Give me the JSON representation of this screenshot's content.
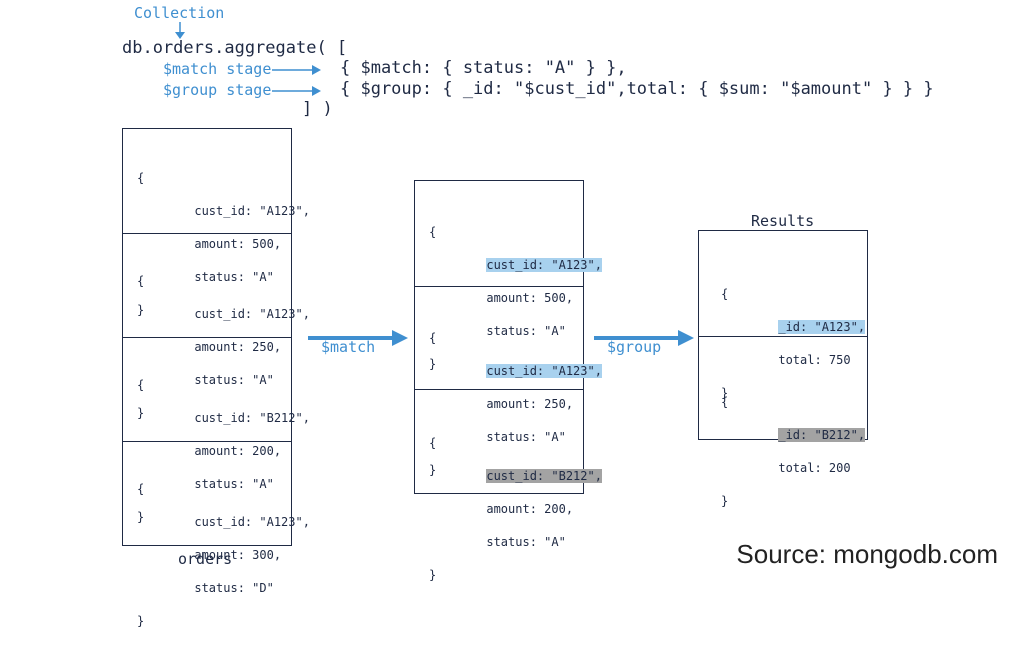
{
  "query": {
    "collection_label": "Collection",
    "line1": "db.orders.aggregate( [",
    "match_label": "$match stage",
    "match_code": "{ $match: { status: \"A\" } },",
    "group_label": "$group stage",
    "group_code": "{ $group: { _id: \"$cust_id\",total: { $sum: \"$amount\" } } }",
    "close": "] )"
  },
  "orders": {
    "caption": "orders",
    "docs": [
      {
        "open": "{",
        "l1": "cust_id: \"A123\",",
        "l2": "amount: 500,",
        "l3": "status: \"A\"",
        "close": "}"
      },
      {
        "open": "{",
        "l1": "cust_id: \"A123\",",
        "l2": "amount: 250,",
        "l3": "status: \"A\"",
        "close": "}"
      },
      {
        "open": "{",
        "l1": "cust_id: \"B212\",",
        "l2": "amount: 200,",
        "l3": "status: \"A\"",
        "close": "}"
      },
      {
        "open": "{",
        "l1": "cust_id: \"A123\",",
        "l2": "amount: 300,",
        "l3": "status: \"D\"",
        "close": "}"
      }
    ]
  },
  "arrows": {
    "match": "$match",
    "group": "$group"
  },
  "matched": {
    "docs": [
      {
        "open": "{",
        "l1": "cust_id: \"A123\",",
        "l2": "amount: 500,",
        "l3": "status: \"A\"",
        "close": "}",
        "highlight": "blue"
      },
      {
        "open": "{",
        "l1": "cust_id: \"A123\",",
        "l2": "amount: 250,",
        "l3": "status: \"A\"",
        "close": "}",
        "highlight": "blue"
      },
      {
        "open": "{",
        "l1": "cust_id: \"B212\",",
        "l2": "amount: 200,",
        "l3": "status: \"A\"",
        "close": "}",
        "highlight": "gray"
      }
    ]
  },
  "results": {
    "title": "Results",
    "docs": [
      {
        "open": "{",
        "l1": "_id: \"A123\",",
        "l2": "total: 750",
        "close": "}",
        "highlight": "blue"
      },
      {
        "open": "{",
        "l1": "_id: \"B212\",",
        "l2": "total: 200",
        "close": "}",
        "highlight": "gray"
      }
    ]
  },
  "source": "Source: mongodb.com",
  "colors": {
    "accent": "#3f8fd0",
    "ink": "#1f2a44",
    "highlight_blue": "#a8d1ee",
    "highlight_gray": "#a3a3a3"
  }
}
